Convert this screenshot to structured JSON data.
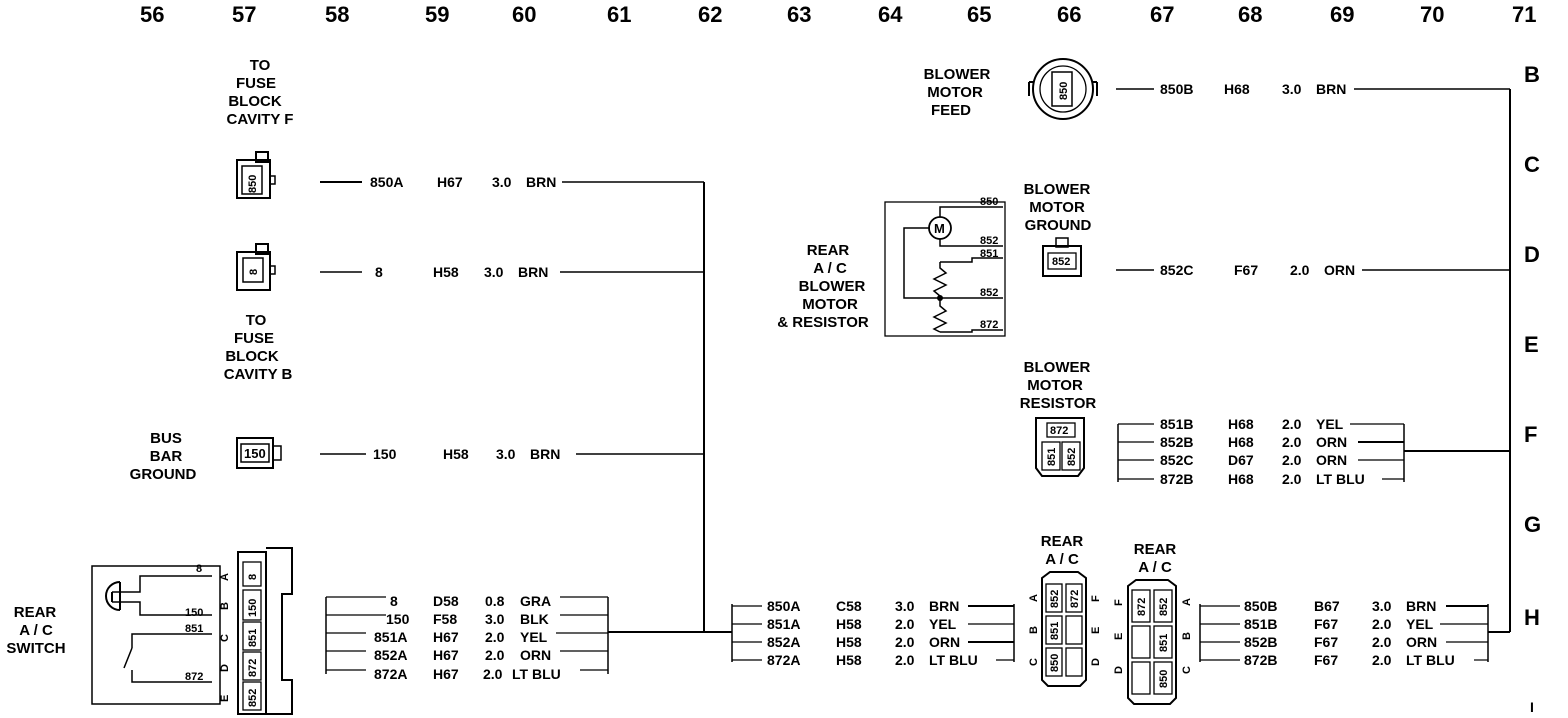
{
  "grid_numbers": [
    "56",
    "57",
    "58",
    "59",
    "60",
    "61",
    "62",
    "63",
    "64",
    "65",
    "66",
    "67",
    "68",
    "69",
    "70",
    "71"
  ],
  "row_letters": [
    "B",
    "C",
    "D",
    "E",
    "F",
    "G",
    "H",
    "I"
  ],
  "components": {
    "fuse_block_f": {
      "title": [
        "TO",
        "FUSE",
        "BLOCK",
        "CAVITY F"
      ],
      "pin": "850"
    },
    "fuse_block_b": {
      "title": [
        "TO",
        "FUSE",
        "BLOCK",
        "CAVITY B"
      ],
      "pin": "8"
    },
    "bus_bar": {
      "title": [
        "BUS",
        "BAR",
        "GROUND"
      ],
      "pin": "150"
    },
    "blower_feed": {
      "title": [
        "BLOWER",
        "MOTOR",
        "FEED"
      ],
      "pin": "850"
    },
    "blower_ground": {
      "title": [
        "BLOWER",
        "MOTOR",
        "GROUND"
      ],
      "pin": "852"
    },
    "rear_blower_resistor": {
      "title": [
        "REAR",
        "A / C",
        "BLOWER",
        "MOTOR",
        "& RESISTOR"
      ],
      "pins": [
        "850",
        "852",
        "851",
        "852",
        "872"
      ],
      "motor": "M"
    },
    "blower_resistor": {
      "title": [
        "BLOWER",
        "MOTOR",
        "RESISTOR"
      ],
      "pins": [
        "872",
        "851",
        "852"
      ]
    },
    "rear_ac_switch": {
      "title": [
        "REAR",
        "A / C",
        "SWITCH"
      ],
      "pins": [
        "8",
        "150",
        "851",
        "872"
      ],
      "conn_letters": [
        "A",
        "B",
        "C",
        "D",
        "E"
      ],
      "conn_pins": [
        "8",
        "150",
        "851",
        "872",
        "852"
      ]
    },
    "rear_ac_conn1": {
      "title": [
        "REAR",
        "A / C"
      ],
      "pins": [
        "852",
        "872",
        "851",
        "850"
      ],
      "left_letters": [
        "A",
        "B",
        "C"
      ],
      "right_letters": [
        "F",
        "E",
        "D"
      ]
    },
    "rear_ac_conn2": {
      "title": [
        "REAR",
        "A / C"
      ],
      "pins": [
        "872",
        "852",
        "851",
        "850"
      ],
      "left_letters": [
        "F",
        "E",
        "D"
      ],
      "right_letters": [
        "A",
        "B",
        "C"
      ]
    }
  },
  "wires": {
    "w850A_top": {
      "circuit": "850A",
      "loc": "H67",
      "gauge": "3.0",
      "color": "BRN"
    },
    "w8_top": {
      "circuit": "8",
      "loc": "H58",
      "gauge": "3.0",
      "color": "BRN"
    },
    "w150_top": {
      "circuit": "150",
      "loc": "H58",
      "gauge": "3.0",
      "color": "BRN"
    },
    "w850B_top": {
      "circuit": "850B",
      "loc": "H68",
      "gauge": "3.0",
      "color": "BRN"
    },
    "w852C_top": {
      "circuit": "852C",
      "loc": "F67",
      "gauge": "2.0",
      "color": "ORN"
    },
    "resistor_rows": [
      {
        "circuit": "851B",
        "loc": "H68",
        "gauge": "2.0",
        "color": "YEL"
      },
      {
        "circuit": "852B",
        "loc": "H68",
        "gauge": "2.0",
        "color": "ORN"
      },
      {
        "circuit": "852C",
        "loc": "D67",
        "gauge": "2.0",
        "color": "ORN"
      },
      {
        "circuit": "872B",
        "loc": "H68",
        "gauge": "2.0",
        "color": "LT  BLU"
      }
    ],
    "switch_rows": [
      {
        "circuit": "8",
        "loc": "D58",
        "gauge": "0.8",
        "color": "GRA"
      },
      {
        "circuit": "150",
        "loc": "F58",
        "gauge": "3.0",
        "color": "BLK"
      },
      {
        "circuit": "851A",
        "loc": "H67",
        "gauge": "2.0",
        "color": "YEL"
      },
      {
        "circuit": "852A",
        "loc": "H67",
        "gauge": "2.0",
        "color": "ORN"
      },
      {
        "circuit": "872A",
        "loc": "H67",
        "gauge": "2.0",
        "color": "LT BLU"
      }
    ],
    "mid_rows": [
      {
        "circuit": "850A",
        "loc": "C58",
        "gauge": "3.0",
        "color": "BRN"
      },
      {
        "circuit": "851A",
        "loc": "H58",
        "gauge": "2.0",
        "color": "YEL"
      },
      {
        "circuit": "852A",
        "loc": "H58",
        "gauge": "2.0",
        "color": "ORN"
      },
      {
        "circuit": "872A",
        "loc": "H58",
        "gauge": "2.0",
        "color": "LT  BLU"
      }
    ],
    "right_rows": [
      {
        "circuit": "850B",
        "loc": "B67",
        "gauge": "3.0",
        "color": "BRN"
      },
      {
        "circuit": "851B",
        "loc": "F67",
        "gauge": "2.0",
        "color": "YEL"
      },
      {
        "circuit": "852B",
        "loc": "F67",
        "gauge": "2.0",
        "color": "ORN"
      },
      {
        "circuit": "872B",
        "loc": "F67",
        "gauge": "2.0",
        "color": "LT  BLU"
      }
    ]
  }
}
